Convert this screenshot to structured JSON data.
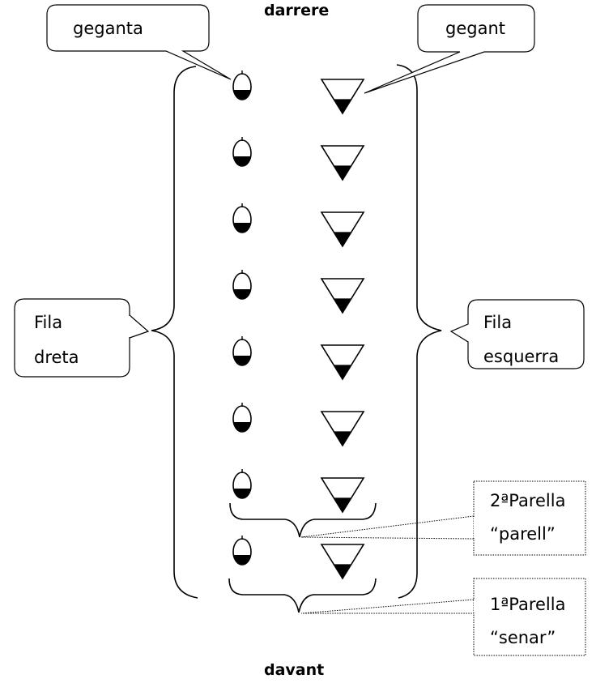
{
  "diagram": {
    "top_label": "darrere",
    "bottom_label": "davant",
    "callouts": {
      "geganta": "geganta",
      "gegant": "gegant",
      "left_line1": "Fila",
      "left_line2": "dreta",
      "right_line1": "Fila",
      "right_line2": "esquerra",
      "pair2_line1": "2ªParella",
      "pair2_line2": "“parell”",
      "pair1_line1": "1ªParella",
      "pair1_line2": "“senar”"
    },
    "rows": 8,
    "figures": {
      "left_symbol": "geganta-oval-icon",
      "right_symbol": "gegant-triangle-icon"
    }
  }
}
